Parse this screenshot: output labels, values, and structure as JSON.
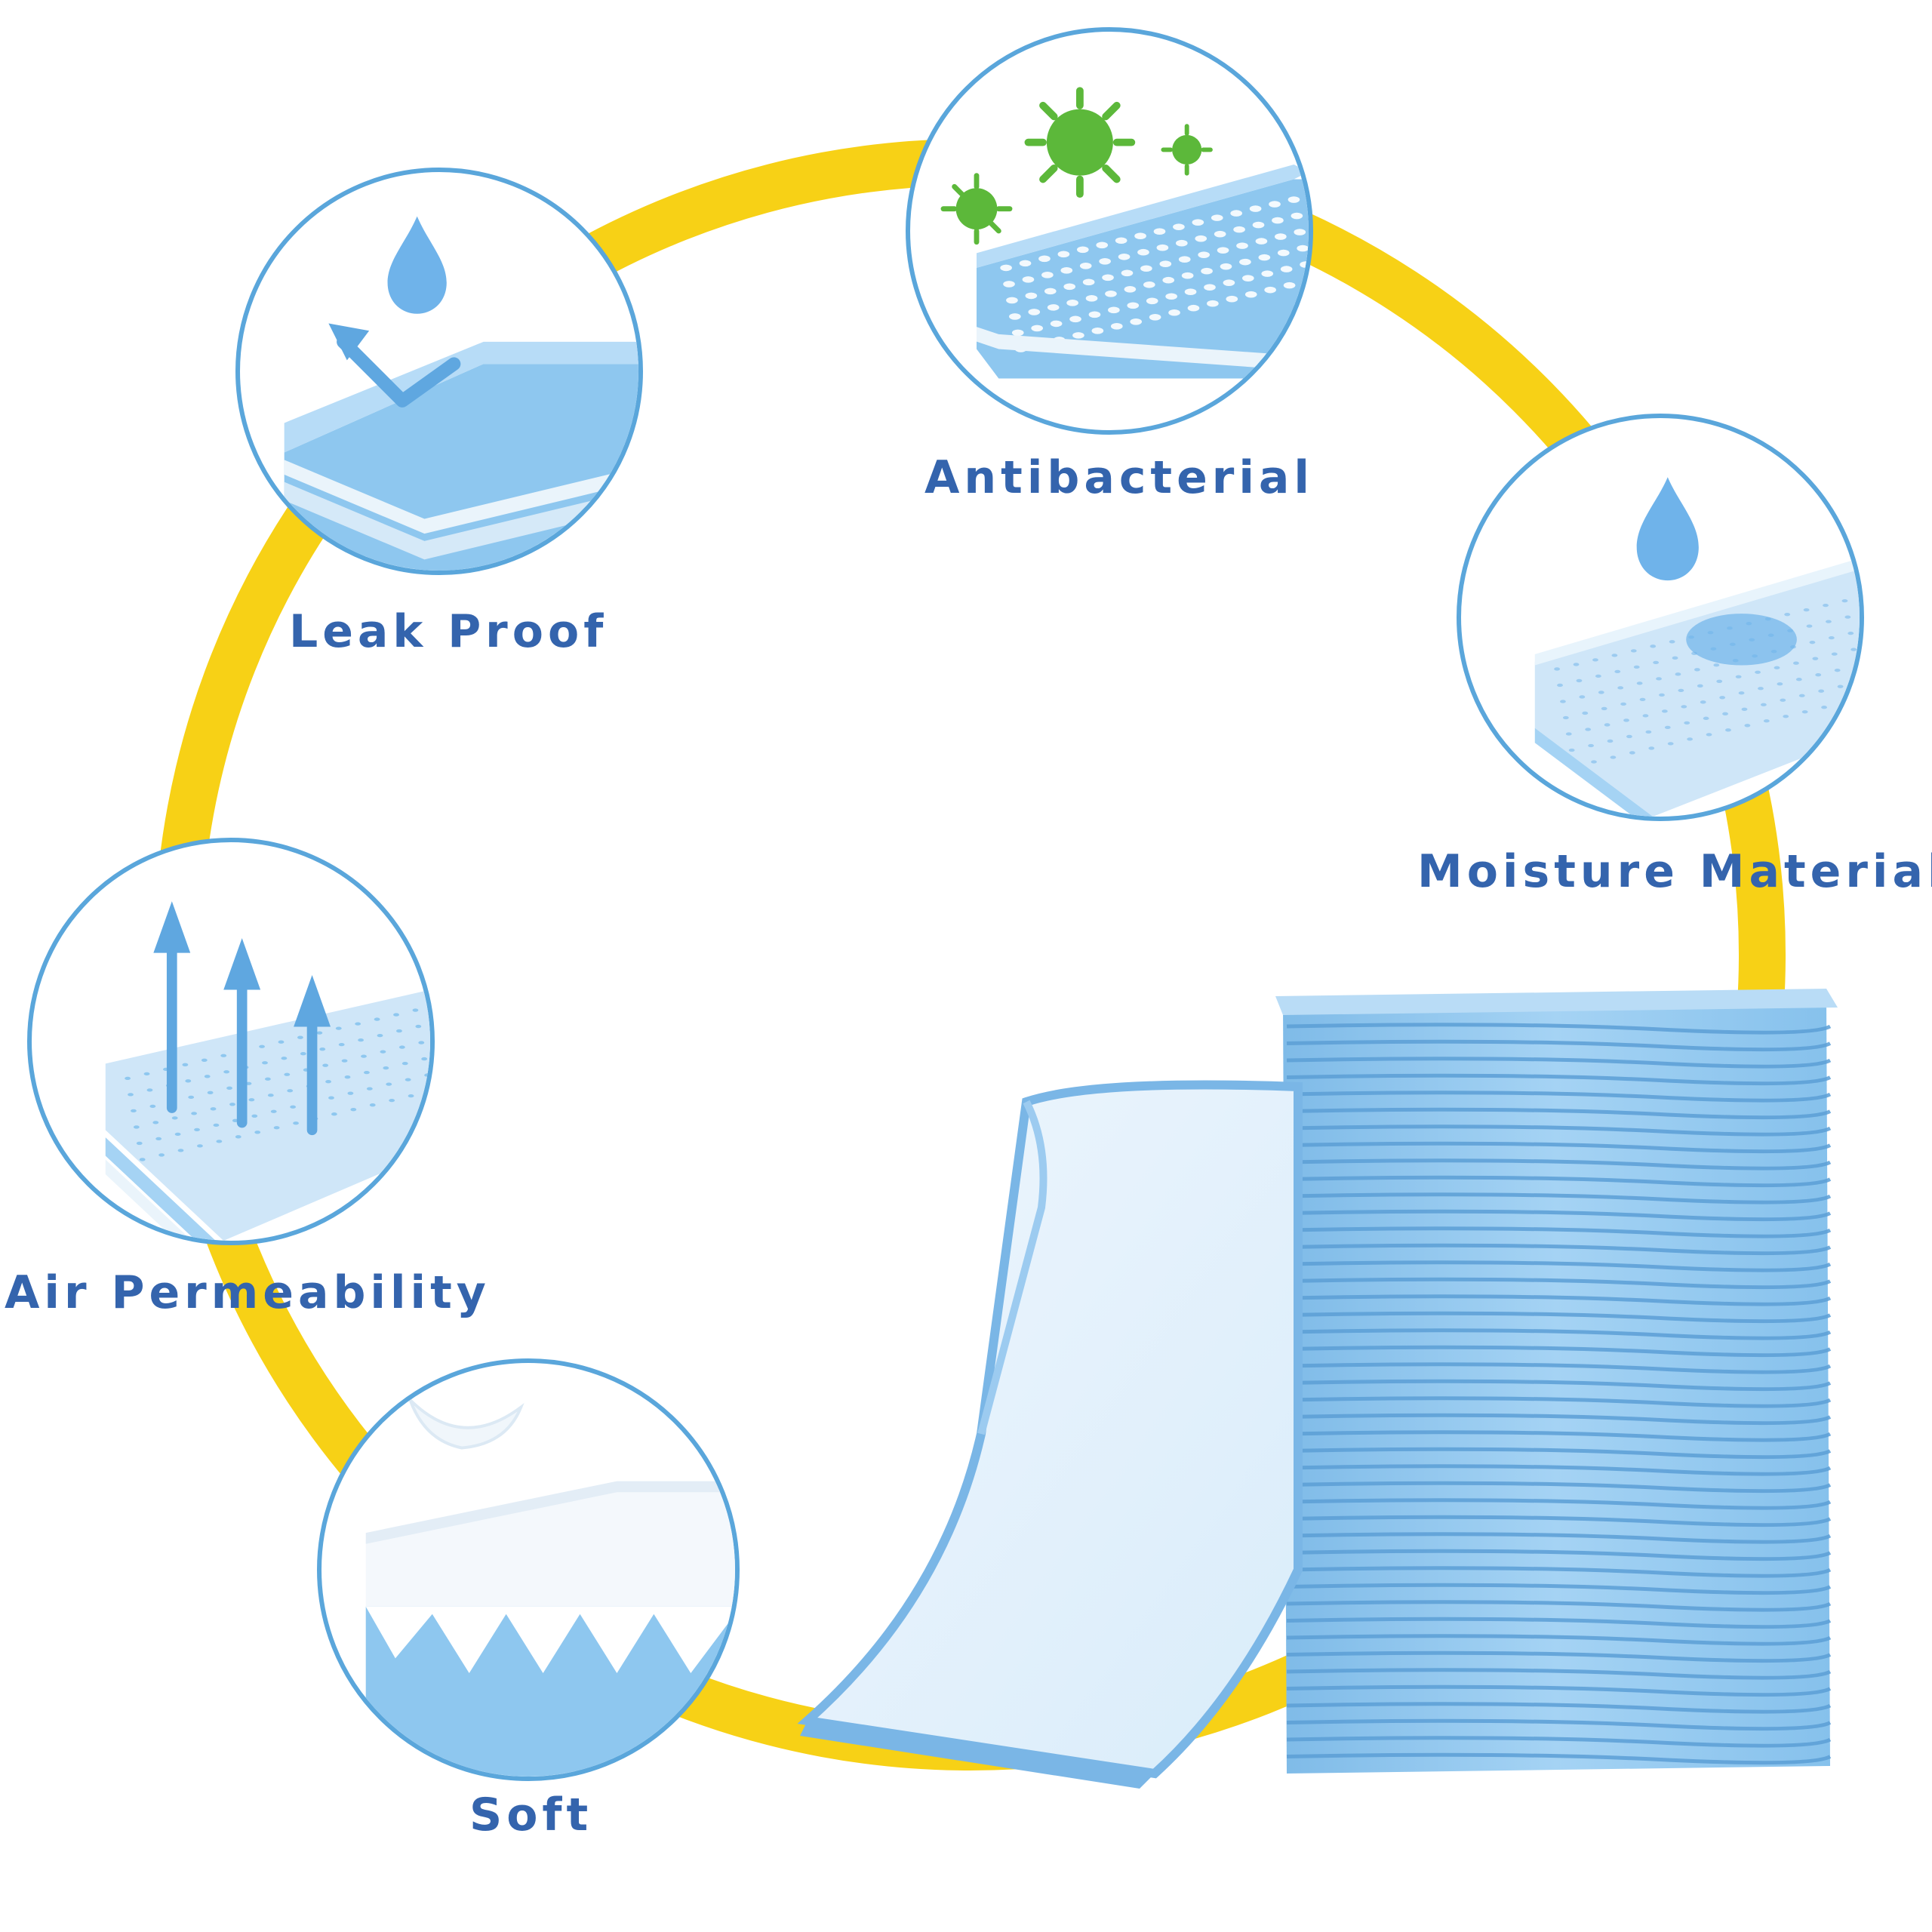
{
  "colors": {
    "ring": "#f7d116",
    "label": "#3464ad",
    "circle_border": "#5aa6db",
    "pad_blue": "#8ec7ef",
    "pad_dark_blue": "#5fa7e0",
    "virus_green": "#5cb83a"
  },
  "features": [
    {
      "label": "Leak Proof",
      "icon": "water-drop-bounce-icon"
    },
    {
      "label": "Antibacterial",
      "icon": "virus-icon"
    },
    {
      "label": "Moisture Material",
      "icon": "water-drop-absorb-icon"
    },
    {
      "label": "Air Permeability",
      "icon": "air-arrows-icon"
    },
    {
      "label": "Soft",
      "icon": "soft-cotton-icon"
    }
  ]
}
